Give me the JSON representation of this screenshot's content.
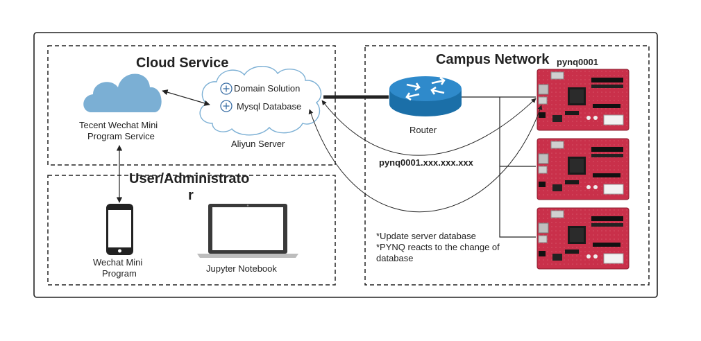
{
  "sections": {
    "cloud_title": "Cloud Service",
    "campus_title": "Campus Network",
    "user_title_line1": "User/Administrato",
    "user_title_line2": "r"
  },
  "cloud": {
    "tencent_line1": "Tecent Wechat Mini",
    "tencent_line2": "Program Service",
    "aliyun_label": "Aliyun Server",
    "service_item_1": "Domain Solution",
    "service_item_2": "Mysql Database"
  },
  "user": {
    "wechat_line1": "Wechat Mini",
    "wechat_line2": "Program",
    "jupyter_label": "Jupyter Notebook"
  },
  "campus": {
    "router_label": "Router",
    "board_name": "pynq0001",
    "ip_label": "pynq0001.xxx.xxx.xxx",
    "note_line1": "*Update server database",
    "note_line2": "*PYNQ reacts to the change of",
    "note_line3": "database"
  },
  "colors": {
    "cloud_blue": "#7BAFD4",
    "router_blue": "#1B6FA8",
    "board_red": "#C9304A",
    "line": "#222222"
  }
}
